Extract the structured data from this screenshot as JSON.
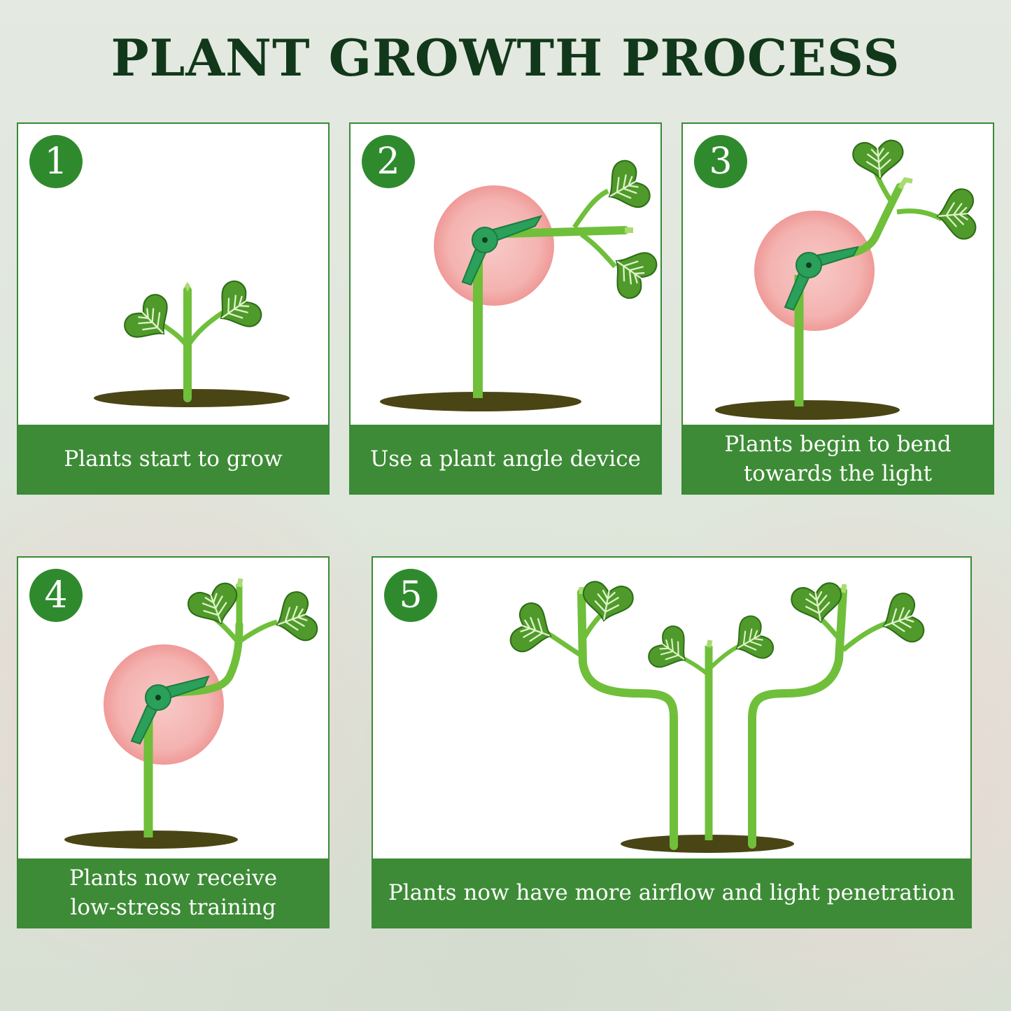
{
  "title": "PLANT GROWTH PROCESS",
  "steps": [
    {
      "number": "1",
      "caption": "Plants start to grow"
    },
    {
      "number": "2",
      "caption": "Use a plant angle device"
    },
    {
      "number": "3",
      "caption": "Plants begin to bend\ntowards the light"
    },
    {
      "number": "4",
      "caption": "Plants now receive\nlow-stress training"
    },
    {
      "number": "5",
      "caption": "Plants now have more airflow and light penetration"
    }
  ],
  "colors": {
    "title": "#11381a",
    "panel_border": "#3a8a36",
    "caption_bg": "#3d8b36",
    "badge_bg": "#2f8a2e",
    "stem": "#6fbf3a",
    "leaf": "#4f9a2a",
    "soil": "#4a4514",
    "highlight": "#f5a7a7",
    "clip": "#2aa05a"
  },
  "icons": [
    "seedling-icon",
    "plant-angle-clip-icon",
    "highlight-circle-icon",
    "soil-shadow-icon"
  ]
}
